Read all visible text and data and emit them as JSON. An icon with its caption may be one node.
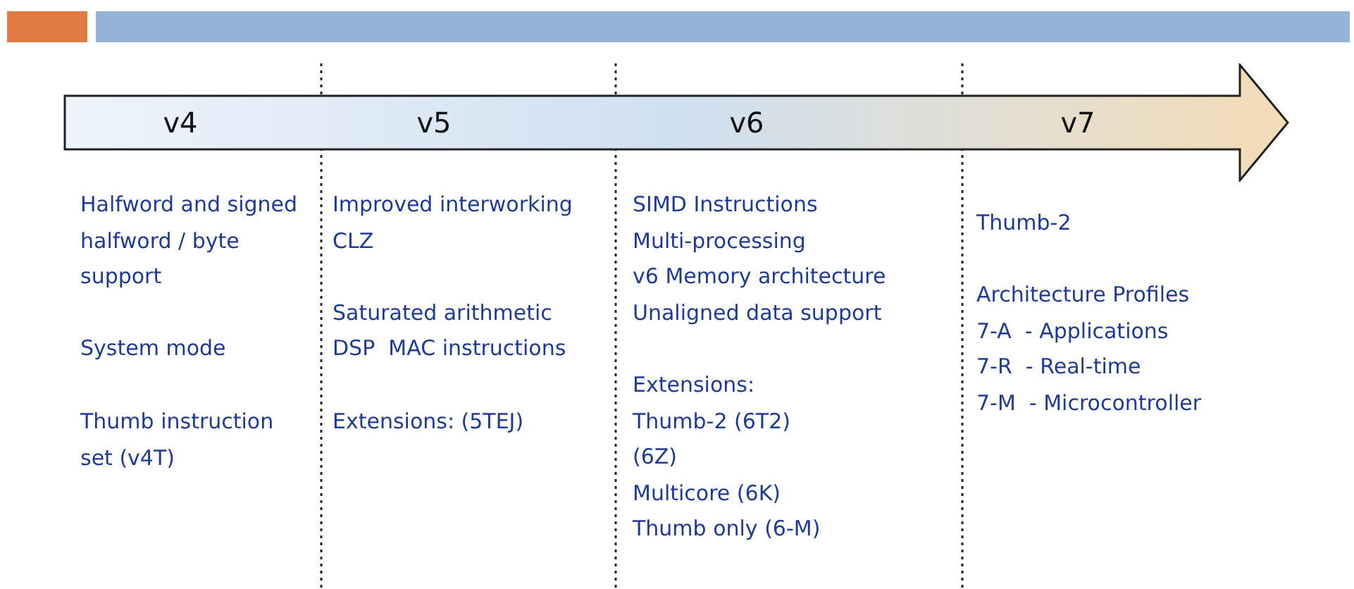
{
  "diagram": {
    "nodes": [
      {
        "text": [
          "v4",
          "v5",
          "v6",
          "v7"
        ]
      }
    ],
    "labels": [
      "Halfword and signed halfword / byte support",
      "System mode",
      "Thumb instruction set (v4T)",
      "Improved interworking",
      "CLZ",
      "Saturated arithmetic",
      "DSP  MAC instructions",
      "Extensions: (5TEJ)",
      "SIMD Instructions",
      "Multi-processing",
      "v6 Memory architecture",
      "Unaligned data support",
      "Extensions:",
      "Thumb-2 (6T2)",
      "(6Z)",
      "Multicore (6K)",
      "Thumb only (6-M)",
      "Thumb-2",
      "Architecture Profiles",
      "7-A  - Applications",
      "7-R  - Real-time",
      "7-M  - Microcontroller"
    ]
  }
}
